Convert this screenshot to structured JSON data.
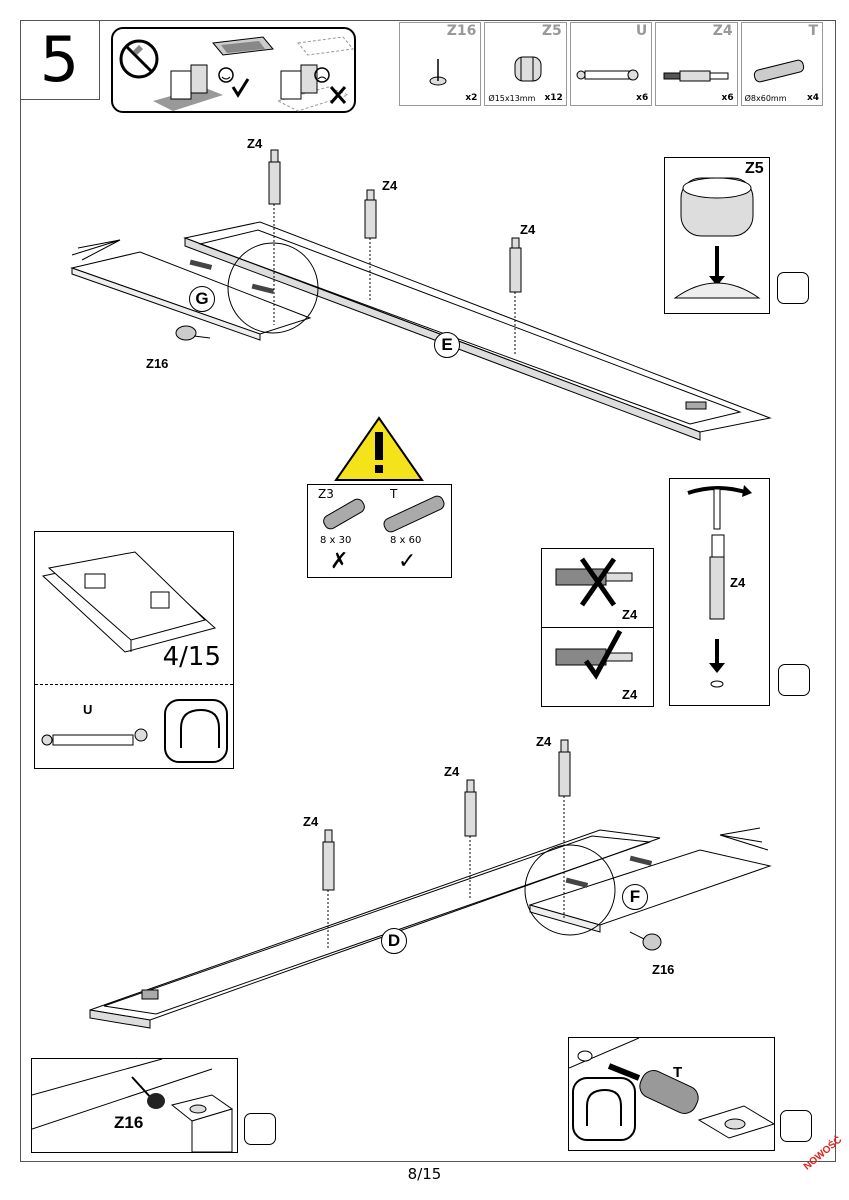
{
  "step_number": "5",
  "parts": [
    {
      "code": "Z16",
      "dim": "",
      "qty": "x2",
      "icon": "furniture-glide-icon"
    },
    {
      "code": "Z5",
      "dim": "Ø15x13mm",
      "qty": "x12",
      "icon": "cam-lock-icon"
    },
    {
      "code": "U",
      "dim": "",
      "qty": "x6",
      "icon": "dowel-bolt-icon"
    },
    {
      "code": "Z4",
      "dim": "",
      "qty": "x6",
      "icon": "cam-bolt-icon"
    },
    {
      "code": "T",
      "dim": "Ø8x60mm",
      "qty": "x4",
      "icon": "wooden-dowel-icon"
    }
  ],
  "top_assembly": {
    "bolt_labels": [
      "Z4",
      "Z4",
      "Z4"
    ],
    "panel_labels": [
      "G",
      "E"
    ],
    "glide_label": "Z16"
  },
  "z5_detail_label": "Z5",
  "warning": {
    "items": [
      {
        "code": "Z3",
        "size": "8 x 30",
        "mark": "✗"
      },
      {
        "code": "T",
        "size": "8 x 60",
        "mark": "✓"
      }
    ]
  },
  "manual_ref": {
    "page": "4/15",
    "part_label": "U"
  },
  "z4_check": {
    "wrong_label": "Z4",
    "right_label": "Z4"
  },
  "z4_screw_label": "Z4",
  "bottom_assembly": {
    "bolt_labels": [
      "Z4",
      "Z4",
      "Z4"
    ],
    "panel_labels": [
      "D",
      "F"
    ],
    "glide_label": "Z16"
  },
  "detail_z16_label": "Z16",
  "detail_t_label": "T",
  "page_number": "8/15",
  "brand_mark": "NOWOŚĆ"
}
